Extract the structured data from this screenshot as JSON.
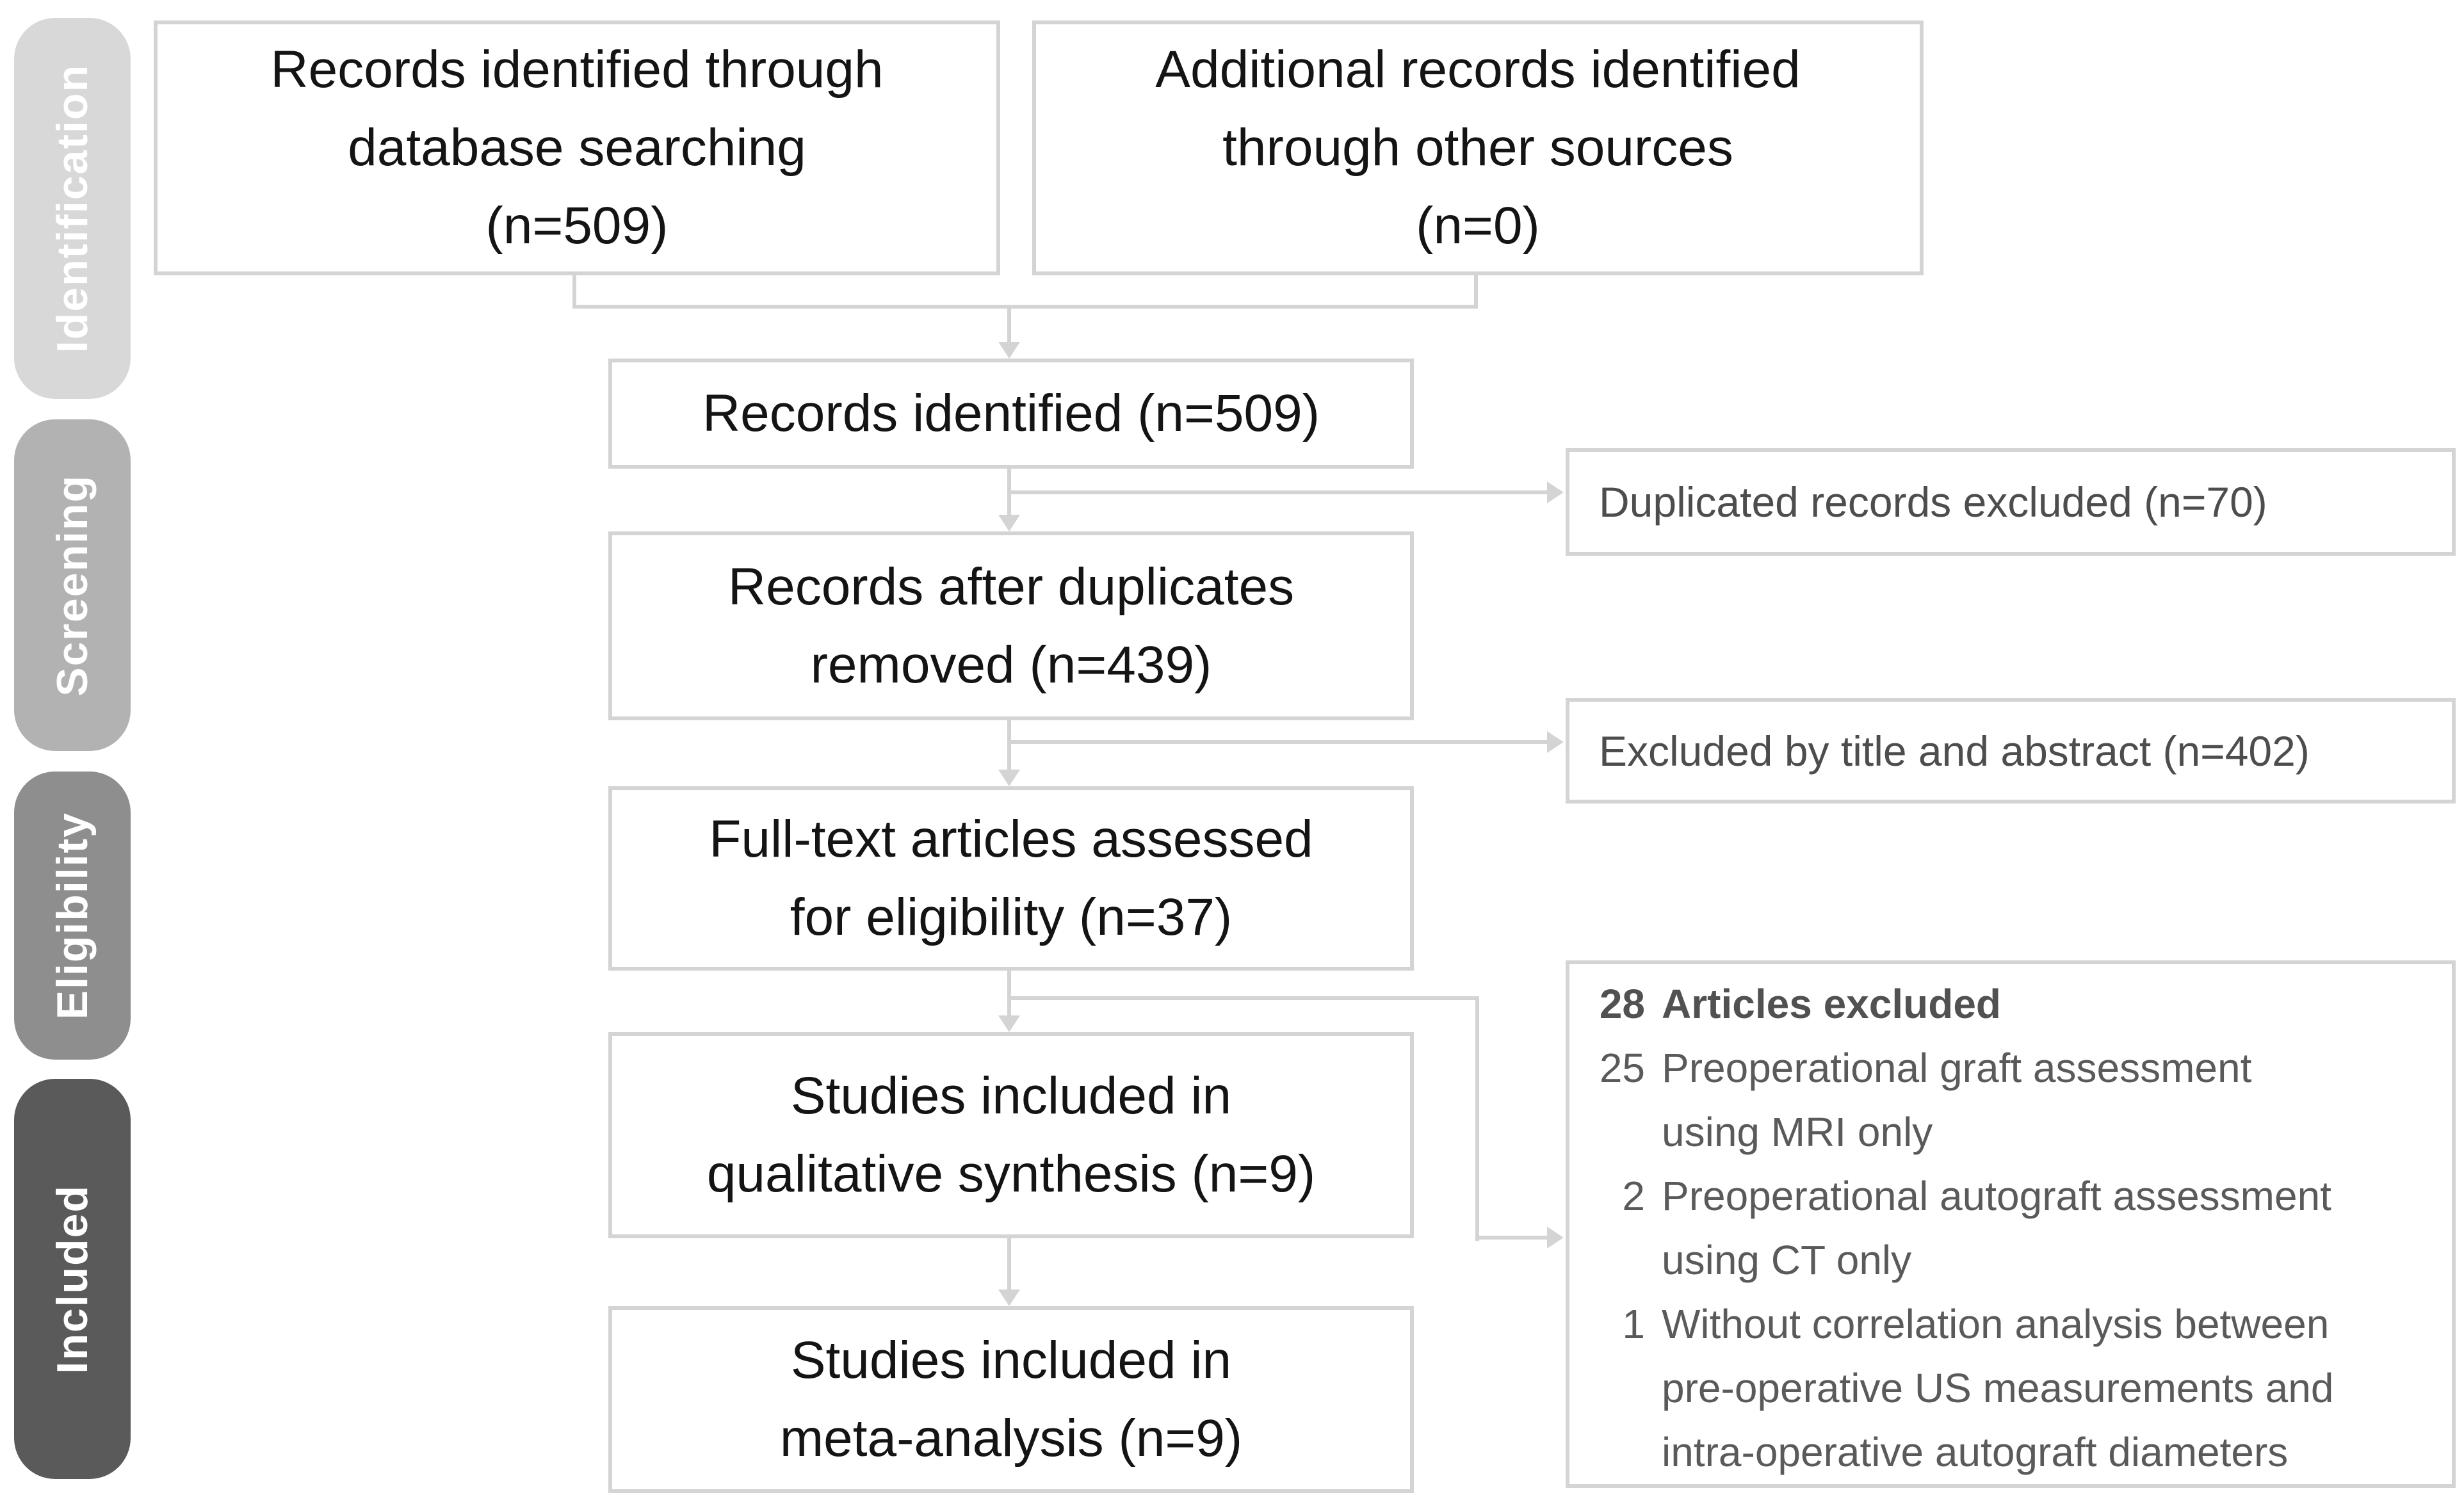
{
  "colors": {
    "box_border": "#d4d4d4",
    "connector_line": "#d4d4d4",
    "main_text": "#141414",
    "side_text": "#4d4d4d",
    "stage_text": "#ffffff"
  },
  "stages": [
    {
      "label": "Identification",
      "color": "#d8d8d8"
    },
    {
      "label": "Screening",
      "color": "#b2b2b2"
    },
    {
      "label": "Eligibility",
      "color": "#8e8e8e"
    },
    {
      "label": "Included",
      "color": "#5a5a5a"
    }
  ],
  "flow_boxes": {
    "database": {
      "lines": [
        "Records identified through",
        "database searching",
        "(n=509)"
      ]
    },
    "other_sources": {
      "lines": [
        "Additional records identified",
        "through other sources",
        "(n=0)"
      ]
    },
    "identified": {
      "lines": [
        "Records identified (n=509)"
      ]
    },
    "after_duplicates": {
      "lines": [
        "Records after duplicates",
        "removed (n=439)"
      ]
    },
    "full_text": {
      "lines": [
        "Full-text articles assessed",
        "for eligibility (n=37)"
      ]
    },
    "qualitative": {
      "lines": [
        "Studies included in",
        "qualitative synthesis (n=9)"
      ]
    },
    "meta_analysis": {
      "lines": [
        "Studies included in",
        "meta-analysis (n=9)"
      ]
    }
  },
  "side_boxes": {
    "duplicates_excluded": {
      "label": "Duplicated records excluded (n=70)"
    },
    "title_abstract_excluded": {
      "label": "Excluded by title and abstract (n=402)"
    },
    "articles_excluded": {
      "header": {
        "count": "28",
        "label": "Articles excluded"
      },
      "items": [
        {
          "count": "25",
          "lines": [
            "Preoperational graft assessment",
            "using MRI only"
          ]
        },
        {
          "count": "2",
          "lines": [
            "Preoperational autograft assessment",
            "using CT only"
          ]
        },
        {
          "count": "1",
          "lines": [
            "Without correlation analysis between",
            "pre-operative US measurements and",
            "intra-operative autograft diameters"
          ]
        }
      ]
    }
  }
}
